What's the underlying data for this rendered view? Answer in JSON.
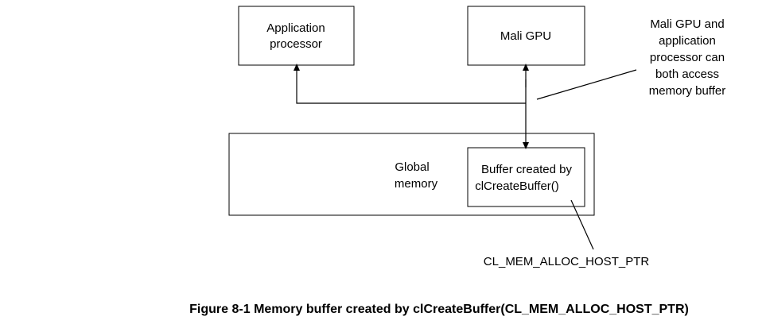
{
  "boxes": {
    "application_processor": [
      "Application",
      "processor"
    ],
    "mali_gpu": [
      "Mali GPU"
    ],
    "global_memory": [
      "Global",
      "memory"
    ],
    "buffer": [
      "Buffer created by",
      "clCreateBuffer()"
    ]
  },
  "annotations": {
    "shared_access": [
      "Mali GPU and",
      "application",
      "processor can",
      "both access",
      "memory buffer"
    ],
    "flag": "CL_MEM_ALLOC_HOST_PTR"
  },
  "caption": "Figure 8-1  Memory buffer created by clCreateBuffer(CL_MEM_ALLOC_HOST_PTR)",
  "colors": {
    "stroke": "#000000",
    "background": "#ffffff"
  }
}
